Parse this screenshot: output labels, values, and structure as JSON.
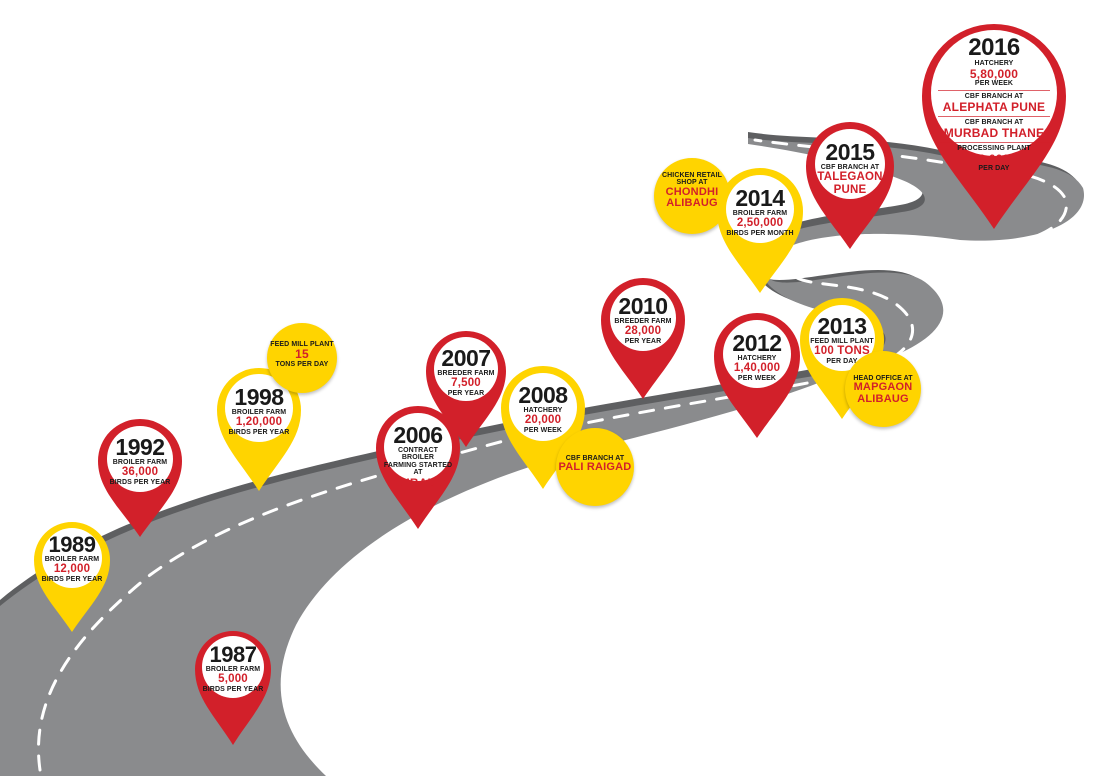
{
  "colors": {
    "red": "#d2202a",
    "yellow": "#ffd400",
    "road": "#8a8b8d",
    "road_edge": "#5e5f61",
    "lane": "#ffffff"
  },
  "milestones": {
    "m1987": {
      "year": "1987",
      "line1": "BROILER FARM",
      "value": "5,000",
      "line2": "BIRDS PER YEAR"
    },
    "m1989": {
      "year": "1989",
      "line1": "BROILER FARM",
      "value": "12,000",
      "line2": "BIRDS PER YEAR"
    },
    "m1992": {
      "year": "1992",
      "line1": "BROILER FARM",
      "value": "36,000",
      "line2": "BIRDS PER YEAR"
    },
    "m1998": {
      "year": "1998",
      "line1": "BROILER FARM",
      "value": "1,20,000",
      "line2": "BIRDS PER YEAR"
    },
    "feedmill15": {
      "line1": "FEED MILL PLANT",
      "value": "15",
      "line2": "TONS PER DAY"
    },
    "m2006": {
      "year": "2006",
      "line1": "CONTRACT BROILER",
      "line1b": "FARMING STARTED AT",
      "value": "ALIBAUG"
    },
    "m2007": {
      "year": "2007",
      "line1": "BREEDER FARM",
      "value": "7,500",
      "line2": "PER YEAR"
    },
    "m2008": {
      "year": "2008",
      "line1": "HATCHERY",
      "value": "20,000",
      "line2": "PER WEEK"
    },
    "cbf_pali": {
      "line1": "CBF BRANCH AT",
      "value": "PALI RAIGAD"
    },
    "m2010": {
      "year": "2010",
      "line1": "BREEDER FARM",
      "value": "28,000",
      "line2": "PER YEAR"
    },
    "m2012": {
      "year": "2012",
      "line1": "HATCHERY",
      "value": "1,40,000",
      "line2": "PER WEEK"
    },
    "m2013": {
      "year": "2013",
      "line1": "FEED MILL PLANT",
      "value": "100 TONS",
      "line2": "PER DAY"
    },
    "head_office": {
      "line1": "HEAD OFFICE AT",
      "value1": "MAPGAON",
      "value2": "ALIBAUG"
    },
    "retail": {
      "line1": "CHICKEN RETAIL",
      "line1b": "SHOP AT",
      "value1": "CHONDHI",
      "value2": "ALIBAUG"
    },
    "m2014": {
      "year": "2014",
      "line1": "BROILER FARM",
      "value": "2,50,000",
      "line2": "BIRDS PER MONTH"
    },
    "m2015": {
      "year": "2015",
      "line1": "CBF BRANCH AT",
      "value1": "TALEGAON",
      "value2": "PUNE"
    },
    "m2016": {
      "year": "2016",
      "hatchery_label": "HATCHERY",
      "hatchery_value": "5,80,000",
      "hatchery_unit": "PER WEEK",
      "branch1_label": "CBF BRANCH AT",
      "branch1_value": "ALEPHATA PUNE",
      "branch2_label": "CBF BRANCH AT",
      "branch2_value": "MURBAD THANE",
      "plant_label": "PROCESSING PLANT",
      "plant_value": "2,000",
      "plant_unit": "PER DAY"
    }
  }
}
